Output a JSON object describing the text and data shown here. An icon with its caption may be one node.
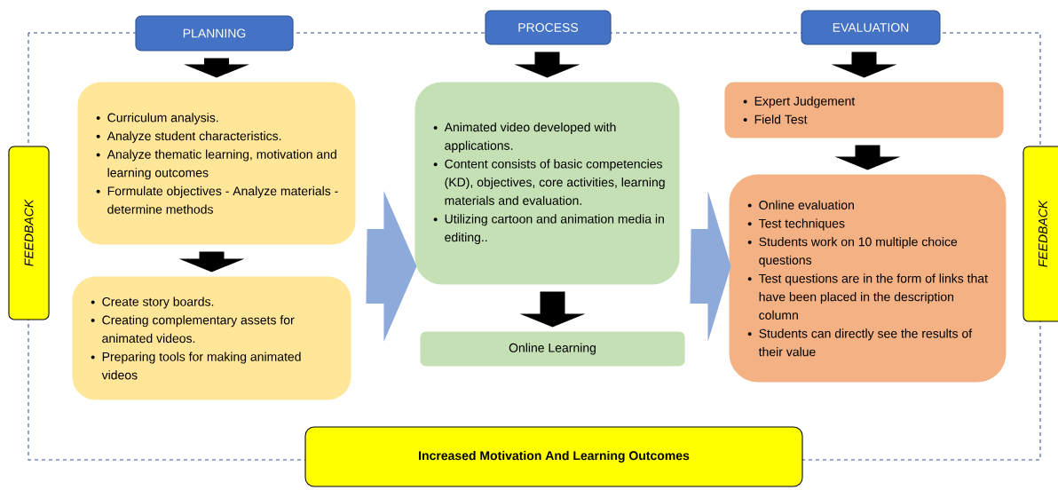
{
  "diagram": {
    "nodes": [
      {
        "text": [
          "PLANNING"
        ]
      },
      {
        "text": [
          "Curriculum analysis.",
          "Analyze student characteristics.",
          "Analyze thematic learning, motivation and learning outcomes",
          "Formulate objectives - Analyze materials - determine methods"
        ]
      },
      {
        "text": [
          "Create story boards.",
          "Creating complementary assets for animated videos.",
          "Preparing tools for making animated videos"
        ]
      },
      {
        "text": [
          "PROCESS"
        ]
      },
      {
        "text": [
          "Animated video developed with applications.",
          "Content consists of basic competencies (KD), objectives, core activities, learning materials and evaluation.",
          "Utilizing cartoon and animation media in editing.."
        ]
      },
      {
        "text": [
          "Online Learning"
        ]
      },
      {
        "text": [
          "EVALUATION"
        ]
      },
      {
        "text": [
          "Expert Judgement",
          "Field Test"
        ]
      },
      {
        "text": [
          "Online evaluation",
          "Test techniques",
          "Students work on 10 multiple choice questions",
          "Test questions are in the form of links that have been placed in the description column",
          "Students can directly see the results of their value"
        ]
      },
      {
        "text": [
          "FEEDBACK"
        ]
      },
      {
        "text": [
          "FEEDBACK"
        ]
      },
      {
        "text": [
          "Increased  Motivation And Learning Outcomes"
        ]
      }
    ],
    "edges": [
      {
        "from": 0,
        "to": 1,
        "arrow": "to"
      },
      {
        "from": 1,
        "to": 2,
        "arrow": "to"
      },
      {
        "from": 3,
        "to": 4,
        "arrow": "to"
      },
      {
        "from": 4,
        "to": 5,
        "arrow": "to"
      },
      {
        "from": 6,
        "to": 7,
        "arrow": "to"
      },
      {
        "from": 7,
        "to": 8,
        "arrow": "to"
      },
      {
        "from": 1,
        "to": 4,
        "arrow": "to",
        "style": "thick",
        "color": "#8eaadb"
      },
      {
        "from": 4,
        "to": 8,
        "arrow": "to",
        "style": "thick",
        "color": "#8eaadb"
      }
    ]
  }
}
